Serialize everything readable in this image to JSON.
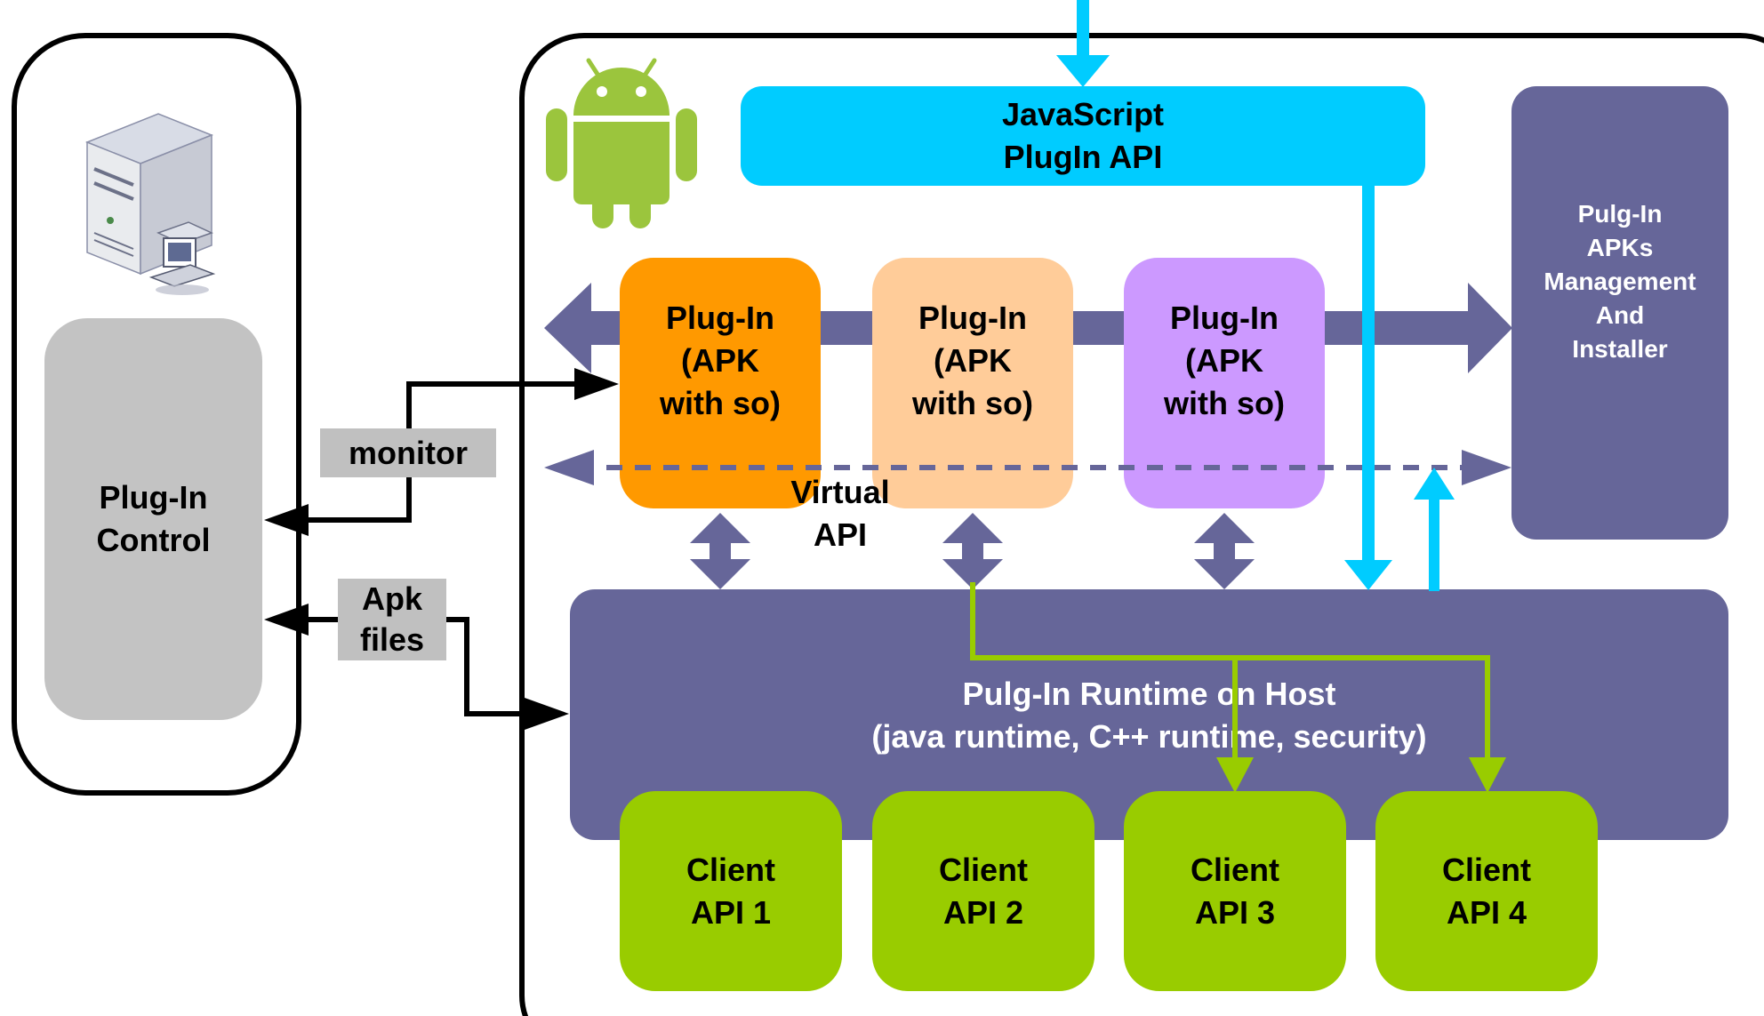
{
  "control_panel": {
    "title_line1": "Plug-In",
    "title_line2": "Control",
    "server_icon": "server-computer-icon"
  },
  "host_panel": {
    "platform_icon": "android-robot-icon"
  },
  "javascript_api": {
    "line1": "JavaScript",
    "line2": "PlugIn API"
  },
  "management": {
    "lines": [
      "Pulg-In",
      "APKs",
      "Management",
      "And",
      "Installer"
    ]
  },
  "plugins": [
    {
      "line1": "Plug-In",
      "line2": "(APK",
      "line3": "with so)"
    },
    {
      "line1": "Plug-In",
      "line2": "(APK",
      "line3": "with so)"
    },
    {
      "line1": "Plug-In",
      "line2": "(APK",
      "line3": "with so)"
    }
  ],
  "virtual_api": {
    "line1": "Virtual",
    "line2": "API"
  },
  "runtime": {
    "line1": "Pulg-In Runtime on Host",
    "line2": "(java runtime, C++ runtime, security)"
  },
  "clients": [
    {
      "line1": "Client",
      "line2": "API 1"
    },
    {
      "line1": "Client",
      "line2": "API 2"
    },
    {
      "line1": "Client",
      "line2": "API 3"
    },
    {
      "line1": "Client",
      "line2": "API 4"
    }
  ],
  "labels": {
    "monitor": "monitor",
    "apk_line1": "Apk",
    "apk_line2": "files"
  },
  "colors": {
    "outline": "#000000",
    "control_fill": "#c3c3c3",
    "javascript_fill": "#00ccff",
    "management_fill": "#666699",
    "runtime_fill": "#666699",
    "plugin_1": "#ff9900",
    "plugin_2": "#ffcc99",
    "plugin_3": "#cc99ff",
    "client_fill": "#99cc00",
    "android_green": "#9bc53d",
    "label_fill": "#c0c0c0",
    "bus": "#666699",
    "cyan_arrow": "#00ccff",
    "green_arrow": "#99cc00"
  }
}
